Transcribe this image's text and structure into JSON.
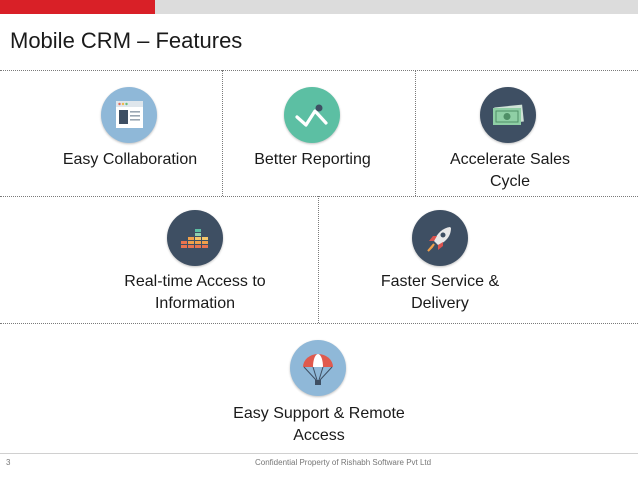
{
  "title": "Mobile CRM – Features",
  "features": [
    {
      "label": "Easy Collaboration",
      "icon": "browser-window-icon",
      "icon_bg": "#8fb8d8"
    },
    {
      "label": "Better Reporting",
      "icon": "line-chart-icon",
      "icon_bg": "#5cbfa3"
    },
    {
      "label": "Accelerate Sales\nCycle",
      "icon": "money-bill-icon",
      "icon_bg": "#3e4f63"
    },
    {
      "label": "Real-time Access to\nInformation",
      "icon": "bar-levels-icon",
      "icon_bg": "#3e4f63"
    },
    {
      "label": "Faster Service &\nDelivery",
      "icon": "rocket-icon",
      "icon_bg": "#3e4f63"
    },
    {
      "label": "Easy Support & Remote\nAccess",
      "icon": "parachute-icon",
      "icon_bg": "#8fb8d8"
    }
  ],
  "footer": {
    "page_number": "3",
    "text": "Confidential Property of Rishabh Software Pvt Ltd"
  },
  "colors": {
    "accent": "#d92027",
    "bar": "#dcdcdc"
  }
}
